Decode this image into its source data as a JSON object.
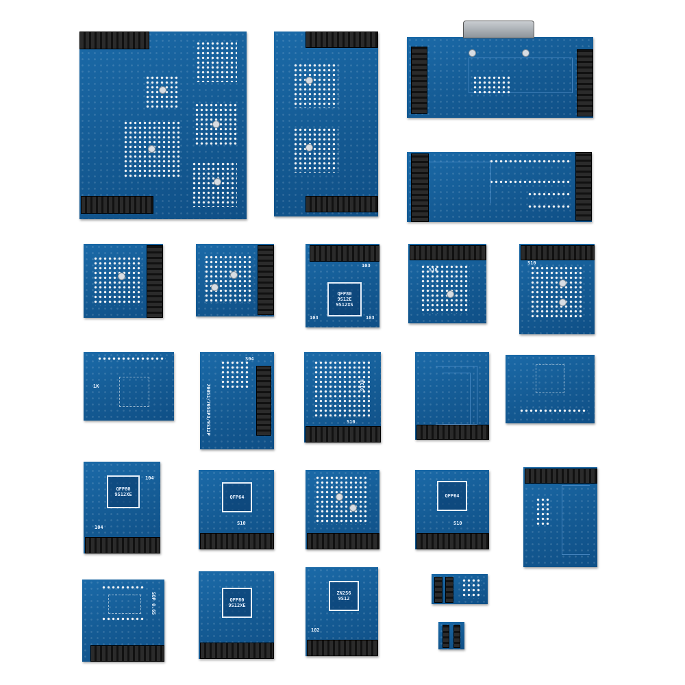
{
  "photo": {
    "background_color": "#ffffff",
    "board_color": "#145a93",
    "header_color": "#1a1a1a"
  },
  "silkscreen": {
    "qfp80_a": "QFP80",
    "qfp80_a_sub1": "9S12E",
    "qfp80_a_sub2": "9S12XS",
    "r103_a": "103",
    "r103_b": "103",
    "r103_c": "103",
    "s10_a": "S10",
    "s10_b": "S10",
    "r1k": "1K",
    "hc16": "HC16",
    "s10_c": "S10",
    "s04": "S04",
    "side_text": "70051/7051P3/9S12P",
    "qfp80_b": "QFP80",
    "qfp80_b_sub": "9S12XE",
    "r104_a": "104",
    "r104_b": "104",
    "qfp64_a": "QFP64",
    "qfp64_b": "QFP64",
    "s10_d": "S10",
    "s10_e": "S10",
    "sop_label": "SOP 0.65",
    "qfp80_c": "QFP80",
    "qfp80_c_sub": "9S12XE",
    "zn_label": "ZN2S6",
    "zn_sub": "9S12",
    "r102": "102"
  }
}
